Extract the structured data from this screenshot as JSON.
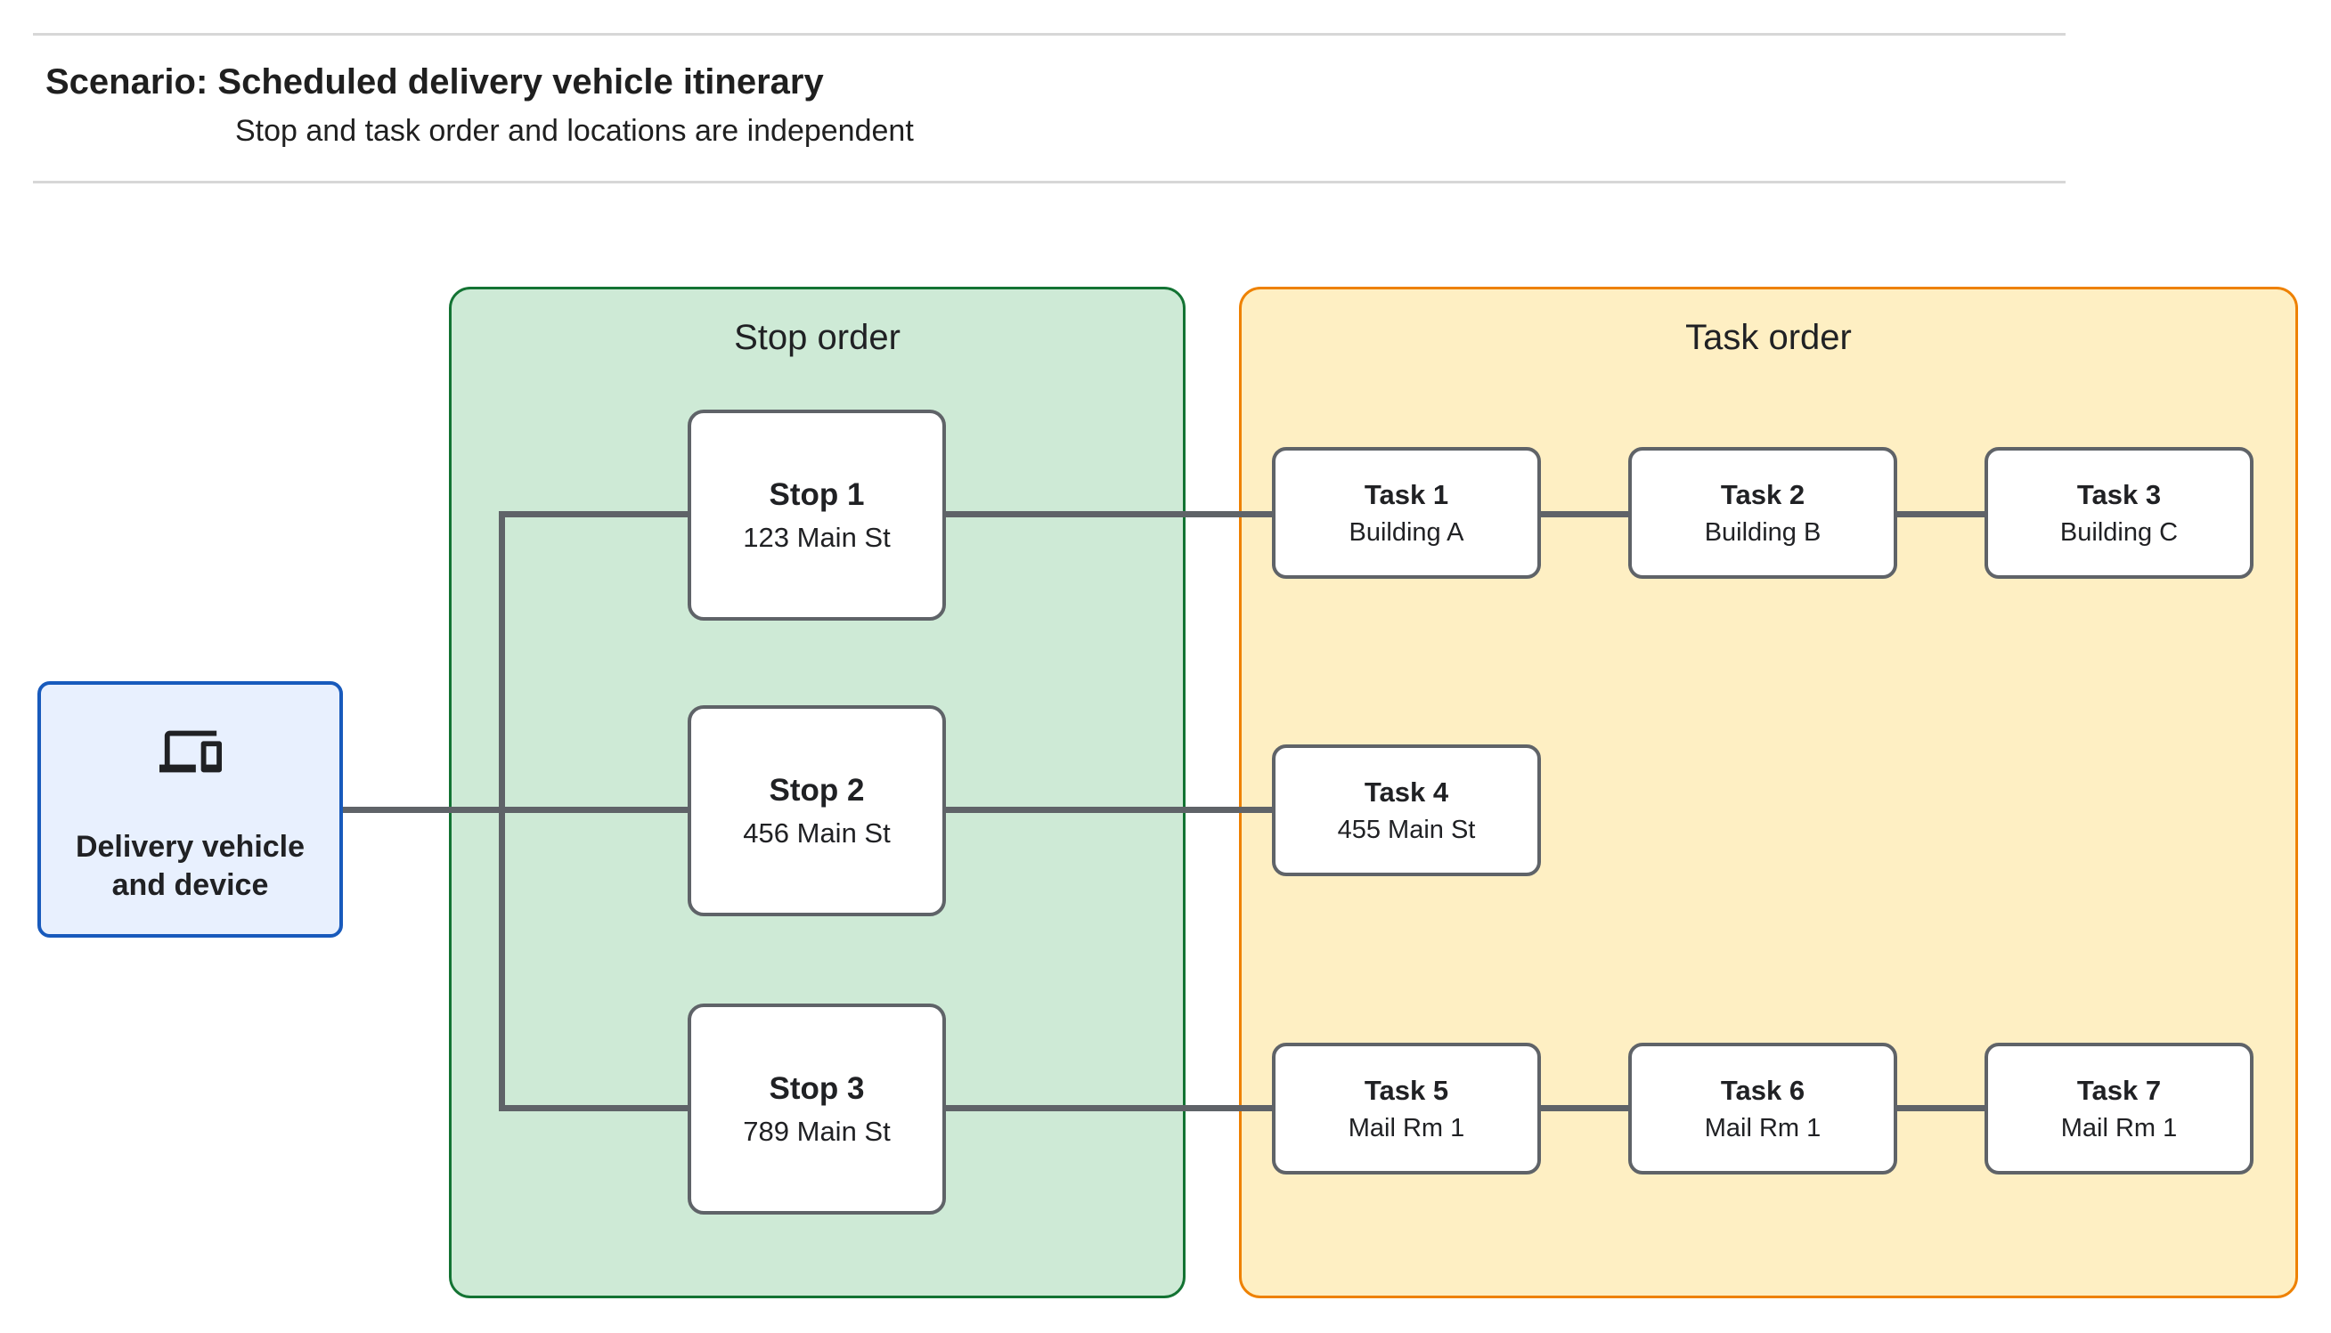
{
  "header": {
    "title_prefix": "Scenario:",
    "title_main": " Scheduled delivery vehicle itinerary",
    "subtitle": "Stop and task order and locations are independent"
  },
  "source_node": {
    "icon": "devices-icon",
    "label_line1": "Delivery vehicle",
    "label_line2": "and device"
  },
  "panels": {
    "stop": {
      "label": "Stop order"
    },
    "task": {
      "label": "Task order"
    }
  },
  "stops": [
    {
      "title": "Stop 1",
      "location": "123 Main St"
    },
    {
      "title": "Stop 2",
      "location": "456 Main St"
    },
    {
      "title": "Stop 3",
      "location": "789 Main St"
    }
  ],
  "task_sequences": [
    [
      {
        "title": "Task 1",
        "location": "Building A"
      },
      {
        "title": "Task 2",
        "location": "Building B"
      },
      {
        "title": "Task 3",
        "location": "Building C"
      }
    ],
    [
      {
        "title": "Task 4",
        "location": "455 Main St"
      }
    ],
    [
      {
        "title": "Task 5",
        "location": "Mail Rm 1"
      },
      {
        "title": "Task 6",
        "location": "Mail Rm 1"
      },
      {
        "title": "Task 7",
        "location": "Mail Rm 1"
      }
    ]
  ],
  "colors": {
    "stop_panel_fill": "#ceead6",
    "stop_panel_border": "#137333",
    "task_panel_fill": "#feefc3",
    "task_panel_border": "#ee8100",
    "source_fill": "#e8f0fe",
    "source_border": "#185abc",
    "node_border": "#5f6368",
    "connector": "#5f6368",
    "text": "#202124",
    "divider": "#d7d7d7"
  }
}
